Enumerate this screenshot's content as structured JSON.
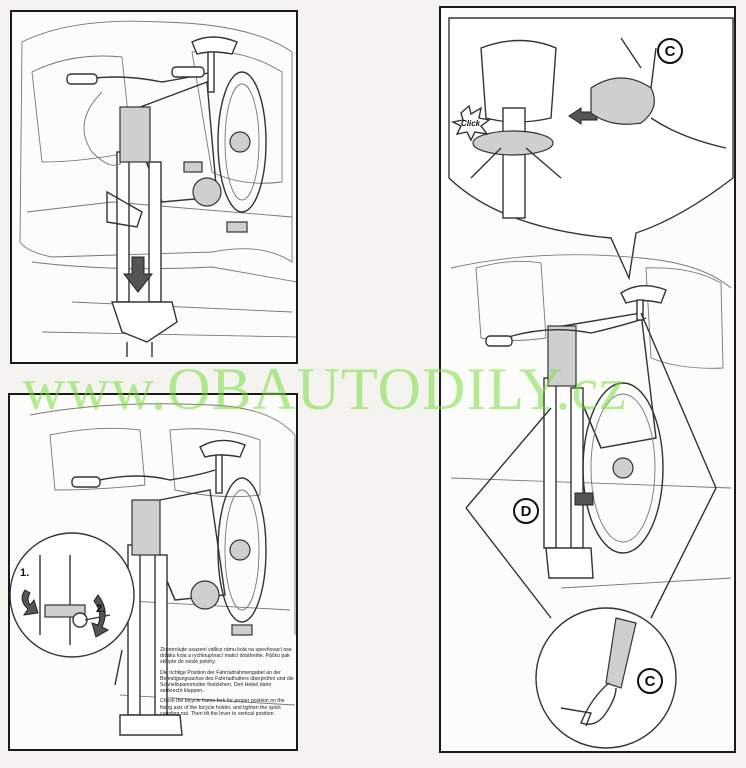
{
  "watermark": {
    "text": "www.OBAUTODILY.cz",
    "color": "#78dc3c"
  },
  "panel_2": {
    "steps": [
      "1.",
      "2."
    ],
    "caption": {
      "czech": "Zkontrolujte usazení vidlice rámu kola na upevňovací ose držáku kola a rychloupínací matici dotáhněte. Páčku pak sklopte do svislé polohy.",
      "german": "Die richtige Position der Fahrradrahmengabel an der Befestigungsachse des Fahrradhalters überprüfen und die Schnellspannmutter festziehen. Den Hebel dann senkrecht klappen.",
      "english": "Check the bicycle frame fork for proper position on the fixing axis of the bicycle holder, and tighten the quick coupling nut. Then tilt the lever to vertical position."
    }
  },
  "panel_3": {
    "click_label": "Click",
    "label_c_top": "C",
    "label_d": "D",
    "label_c_bottom": "C"
  },
  "icons": {
    "arrow-down": "arrow-down-icon",
    "rotate-arrow": "rotate-arrow-icon",
    "push-arrow": "push-arrow-icon"
  }
}
